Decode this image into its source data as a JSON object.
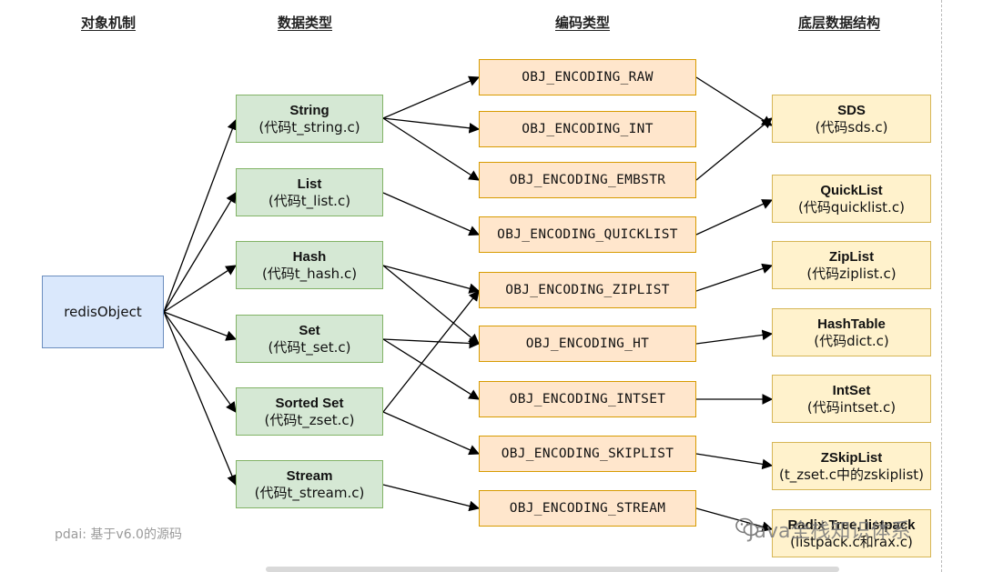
{
  "headers": {
    "object": "对象机制",
    "type": "数据类型",
    "encoding": "编码类型",
    "structure": "底层数据结构"
  },
  "root": {
    "label": "redisObject"
  },
  "types": [
    {
      "name": "String",
      "file": "(代码t_string.c)"
    },
    {
      "name": "List",
      "file": "(代码t_list.c)"
    },
    {
      "name": "Hash",
      "file": "(代码t_hash.c)"
    },
    {
      "name": "Set",
      "file": "(代码t_set.c)"
    },
    {
      "name": "Sorted Set",
      "file": "(代码t_zset.c)"
    },
    {
      "name": "Stream",
      "file": "(代码t_stream.c)"
    }
  ],
  "encodings": [
    "OBJ_ENCODING_RAW",
    "OBJ_ENCODING_INT",
    "OBJ_ENCODING_EMBSTR",
    "OBJ_ENCODING_QUICKLIST",
    "OBJ_ENCODING_ZIPLIST",
    "OBJ_ENCODING_HT",
    "OBJ_ENCODING_INTSET",
    "OBJ_ENCODING_SKIPLIST",
    "OBJ_ENCODING_STREAM"
  ],
  "structures": [
    {
      "name": "SDS",
      "file": "(代码sds.c)"
    },
    {
      "name": "QuickList",
      "file": "(代码quicklist.c)"
    },
    {
      "name": "ZipList",
      "file": "(代码ziplist.c)"
    },
    {
      "name": "HashTable",
      "file": "(代码dict.c)"
    },
    {
      "name": "IntSet",
      "file": "(代码intset.c)"
    },
    {
      "name": "ZSkipList",
      "file": "(t_zset.c中的zskiplist)"
    },
    {
      "name": "Radix Tree, listpack",
      "file": "(listpack.c和rax.c)"
    }
  ],
  "credit": "pdai: 基于v6.0的源码",
  "watermark": "Java全栈知识体系",
  "colors": {
    "green_fill": "#d5e8d4",
    "green_stroke": "#82b366",
    "orange_fill": "#ffe6cc",
    "orange_stroke": "#d79b00",
    "yellow_fill": "#fff2cc",
    "yellow_stroke": "#d6b656",
    "blue_fill": "#dae8fc",
    "blue_stroke": "#6c8ebf"
  }
}
